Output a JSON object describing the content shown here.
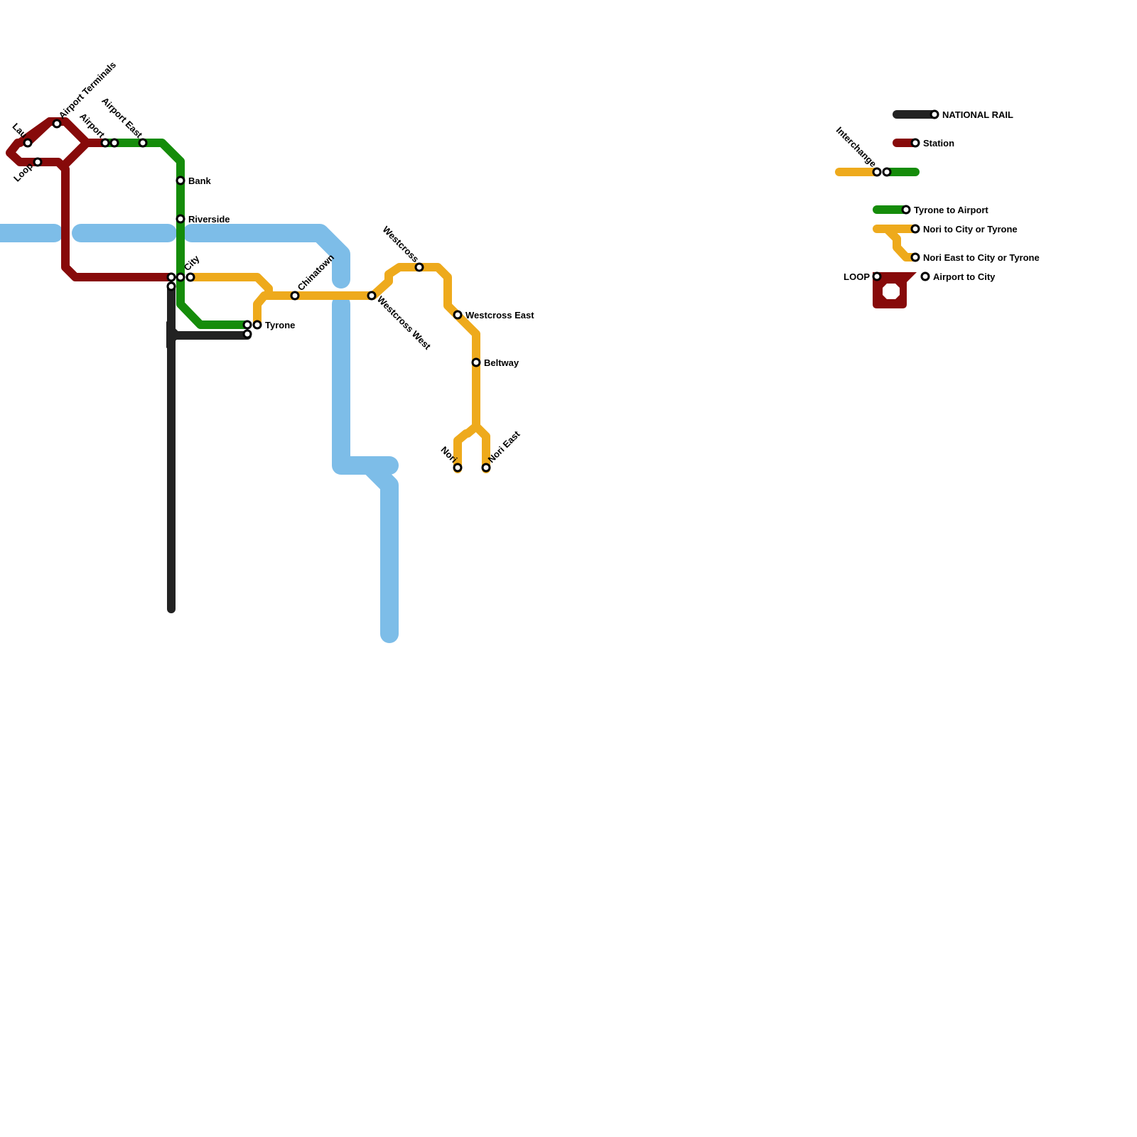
{
  "map": {
    "colors": {
      "water": "#7dbde8",
      "national_rail": "#222222",
      "loop": "#870a0a",
      "green": "#158c0a",
      "orange": "#eeaa1c"
    },
    "lines": [
      {
        "id": "national-rail",
        "name": "NATIONAL RAIL",
        "color": "#222222"
      },
      {
        "id": "loop",
        "name": "Airport to City",
        "color": "#870a0a"
      },
      {
        "id": "green",
        "name": "Tyrone to Airport",
        "color": "#158c0a"
      },
      {
        "id": "orange",
        "name": "Nori to City or Tyrone",
        "color": "#eeaa1c"
      }
    ],
    "stations": {
      "lau": "Lau",
      "loop": "Loop",
      "airport_terminals": "Airport Terminals",
      "airport": "Airport",
      "airport_east": "Airport East",
      "bank": "Bank",
      "riverside": "Riverside",
      "city": "City",
      "tyrone": "Tyrone",
      "chinatown": "Chinatown",
      "westcross_west": "Westcross West",
      "westcross": "Westcross",
      "westcross_east": "Westcross East",
      "beltway": "Beltway",
      "nori": "Nori",
      "nori_east": "Nori East"
    }
  },
  "legend": {
    "national_rail": "NATIONAL RAIL",
    "station": "Station",
    "interchange": "Interchange",
    "tyrone_to_airport": "Tyrone to Airport",
    "nori_to_city": "Nori to City or Tyrone",
    "nori_east_to_city": "Nori East to City or Tyrone",
    "loop": "LOOP",
    "airport_to_city": "Airport to City"
  }
}
